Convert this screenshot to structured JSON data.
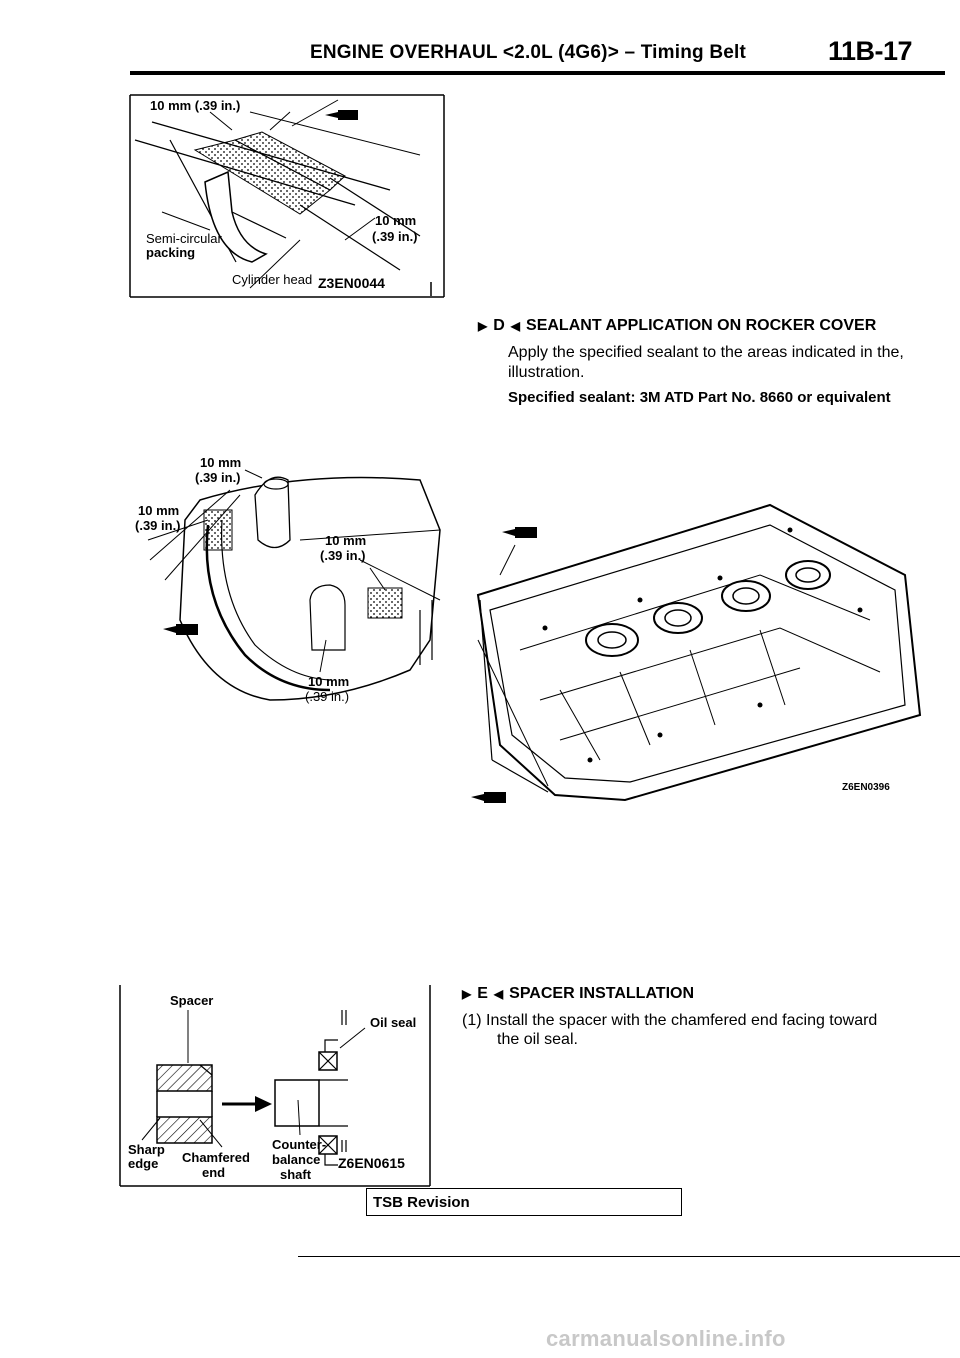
{
  "header": {
    "title": "ENGINE OVERHAUL <2.0L (4G6)> – Timing Belt",
    "page_number": "11B-17"
  },
  "figure1": {
    "label_top": "10 mm (.39 in.)",
    "label_right_1": "10 mm",
    "label_right_2": "(.39 in.)",
    "label_semicircular": "Semi-circular",
    "label_packing": "packing",
    "label_cylinder_head": "Cylinder  head",
    "figure_id": "Z3EN0044"
  },
  "section_d": {
    "marker_letter": "D",
    "heading": "SEALANT APPLICATION ON ROCKER COVER",
    "body_line1": "Apply the specified sealant to the areas indicated in the,",
    "body_line2": "illustration.",
    "spec": "Specified sealant: 3M ATD Part No. 8660 or equivalent"
  },
  "figure2": {
    "labels": [
      {
        "l1": "10 mm",
        "l2": "(.39 in.)"
      },
      {
        "l1": "10 mm",
        "l2": "(.39 in.)"
      },
      {
        "l1": "10 mm",
        "l2": "(.39 in.)"
      },
      {
        "l1": "10 mm",
        "l2": "(.39 in.)"
      }
    ],
    "figure_id": "Z6EN0396"
  },
  "section_e": {
    "marker_letter": "E",
    "heading": "SPACER  INSTALLATION",
    "step1_line1": "(1) Install the spacer with the chamfered end facing toward",
    "step1_line2": "the oil seal."
  },
  "figure3": {
    "label_spacer": "Spacer",
    "label_oil_seal": "Oil seal",
    "label_sharp": "Sharp",
    "label_edge": "edge",
    "label_chamfered": "Chamfered",
    "label_end": "end",
    "label_counter": "Counter-",
    "label_balance": "balance",
    "label_shaft": "shaft",
    "figure_id": "Z6EN0615"
  },
  "footer": {
    "tsb_revision": "TSB Revision",
    "url": "carmanualsonline.info"
  }
}
